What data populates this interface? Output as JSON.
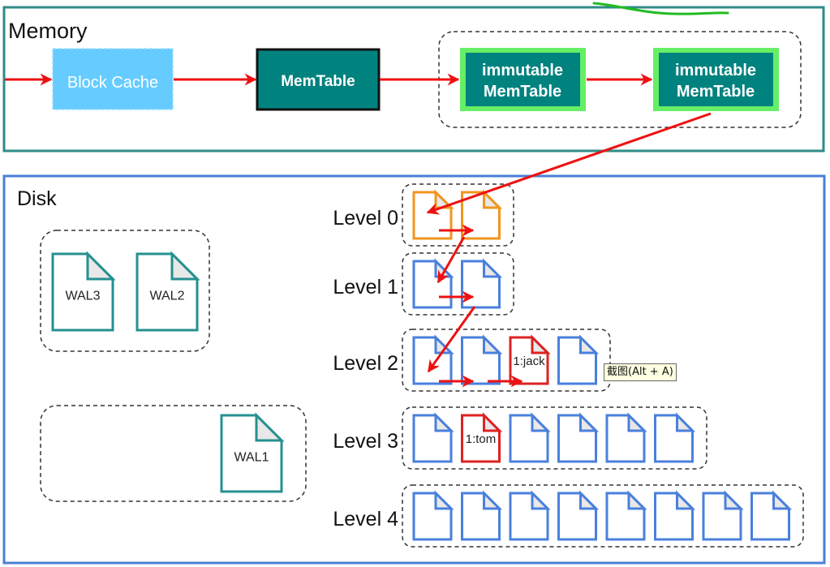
{
  "colors": {
    "memory_border": "#2e8b87",
    "disk_border": "#4a7fd6",
    "arrow": "#ee1111",
    "block_cache_fill": "#66ccff",
    "memtable_fill": "#00827f",
    "immutable_border": "#66ee66",
    "l0_file": "#f0961e",
    "level_file": "#4a80dd",
    "hot_file": "#dd2222",
    "wal_file": "#259090",
    "fold_fill": "#e8e8e8",
    "annotation_green": "#22bb22"
  },
  "memory": {
    "title": "Memory",
    "block_cache": "Block Cache",
    "memtable": "MemTable",
    "immutable": [
      {
        "line1": "immutable",
        "line2": "MemTable"
      },
      {
        "line1": "immutable",
        "line2": "MemTable"
      }
    ]
  },
  "disk": {
    "title": "Disk",
    "wal_groups": [
      {
        "files": [
          "WAL3",
          "WAL2"
        ]
      },
      {
        "files": [
          "WAL1"
        ]
      }
    ],
    "levels": [
      {
        "label": "Level 0",
        "kind": "l0",
        "files": [
          "",
          ""
        ]
      },
      {
        "label": "Level 1",
        "kind": "level",
        "files": [
          "",
          ""
        ]
      },
      {
        "label": "Level 2",
        "kind": "level",
        "files": [
          "",
          "",
          "1:jack",
          ""
        ],
        "hot_index": 2
      },
      {
        "label": "Level 3",
        "kind": "level",
        "files": [
          "",
          "1:tom",
          "",
          "",
          "",
          ""
        ],
        "hot_index": 1
      },
      {
        "label": "Level 4",
        "kind": "level",
        "files": [
          "",
          "",
          "",
          "",
          "",
          "",
          "",
          ""
        ]
      }
    ]
  },
  "tooltip": "截图(Alt + A)"
}
